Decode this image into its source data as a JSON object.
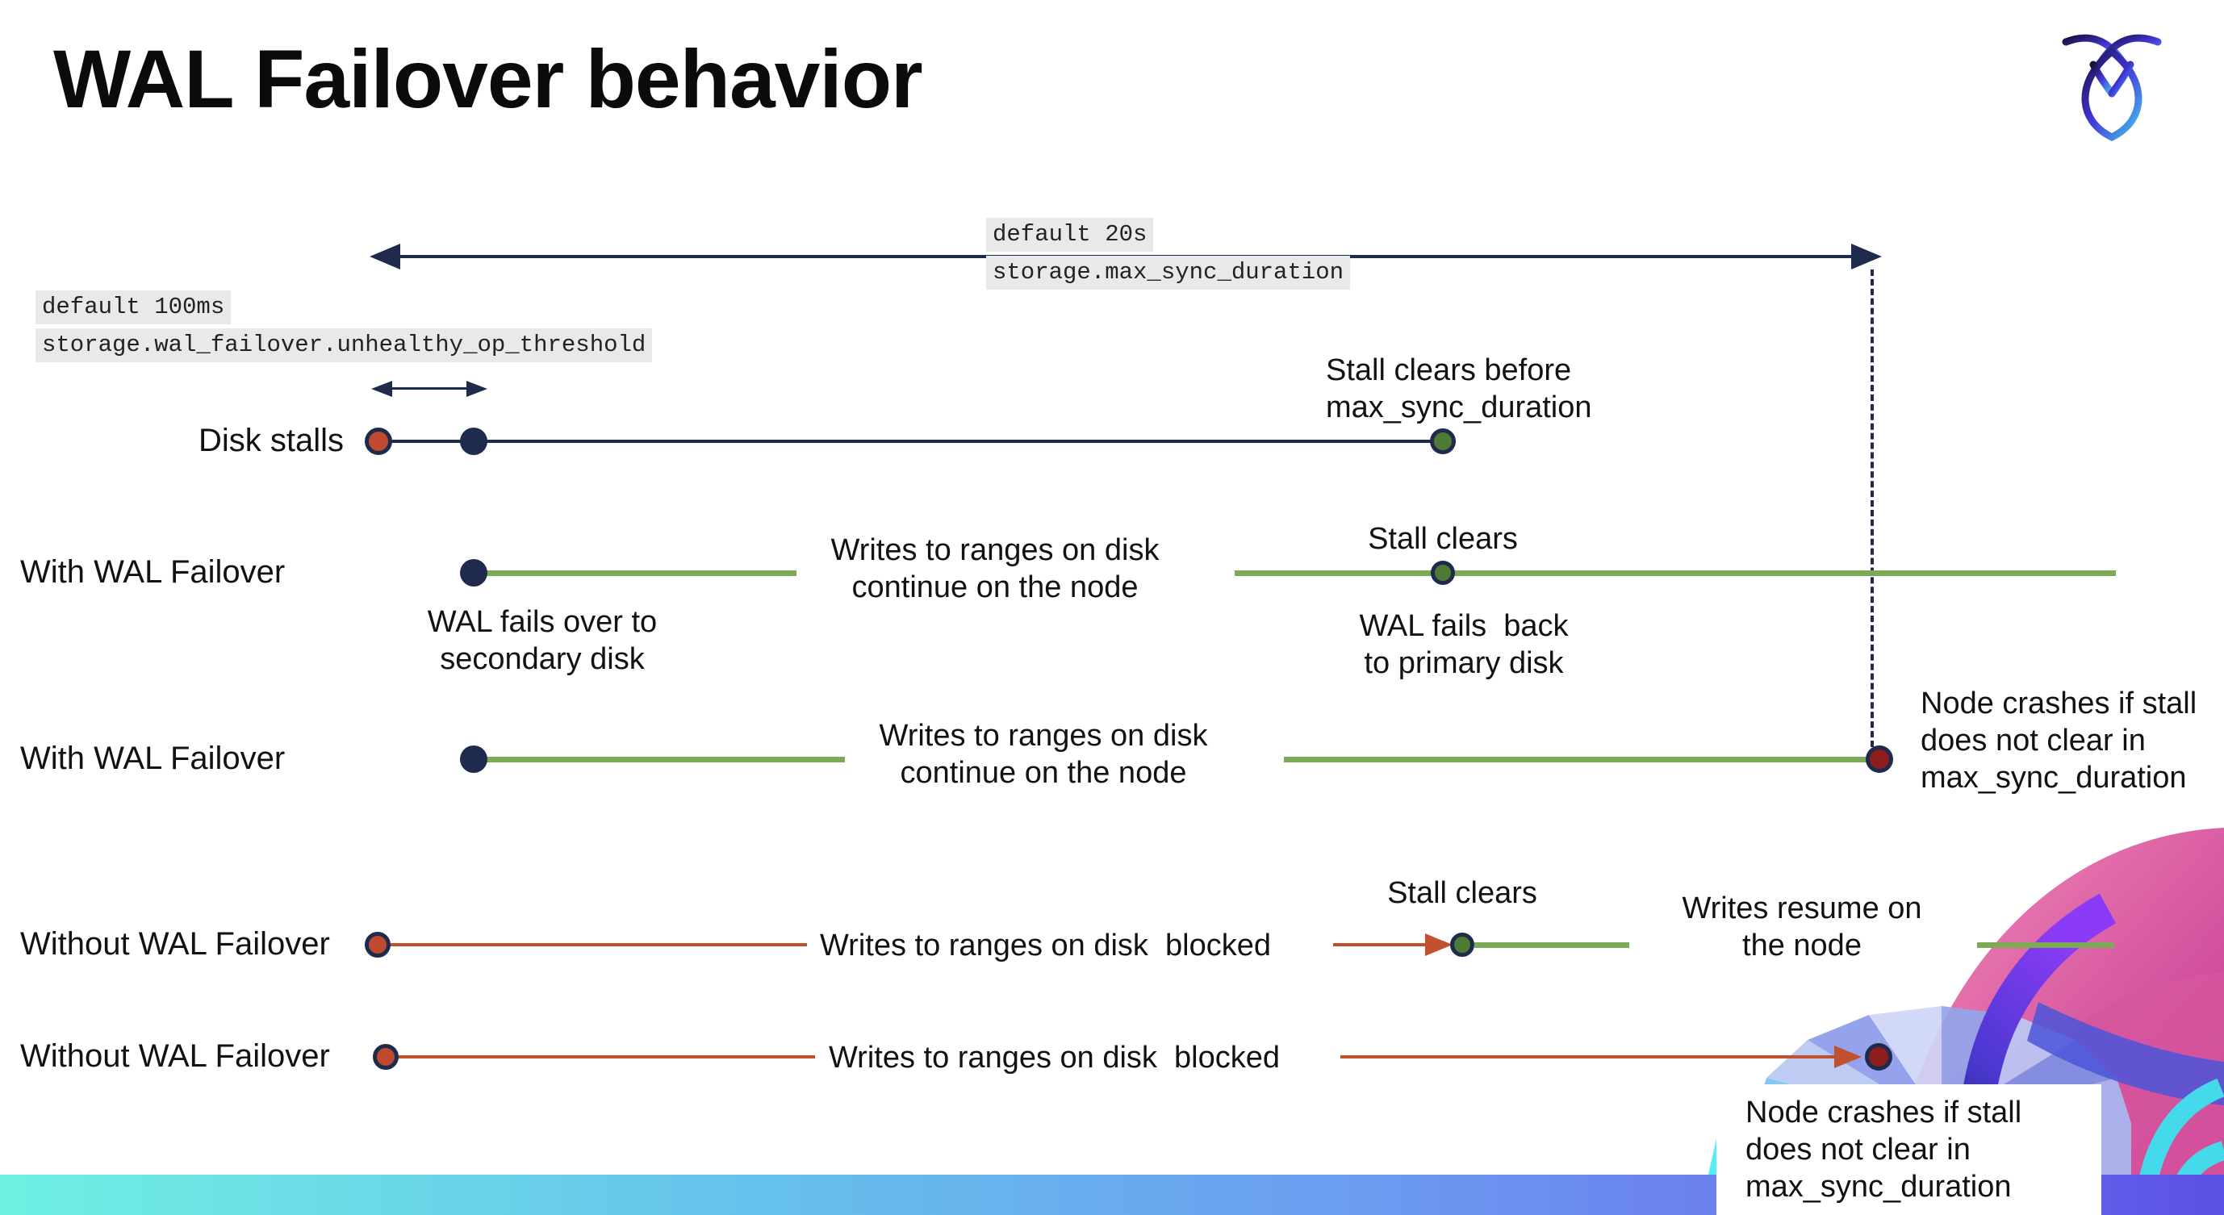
{
  "slide": {
    "title": "WAL Failover behavior"
  },
  "annotations": {
    "max_sync_duration": {
      "default_label": "default 20s",
      "setting": "storage.max_sync_duration"
    },
    "unhealthy_op_threshold": {
      "default_label": "default 100ms",
      "setting": "storage.wal_failover.unhealthy_op_threshold"
    }
  },
  "timeline": {
    "rows": [
      {
        "label": "Disk stalls"
      },
      {
        "label": "With WAL Failover"
      },
      {
        "label": "With WAL Failover"
      },
      {
        "label": "Without WAL Failover"
      },
      {
        "label": "Without WAL Failover"
      }
    ]
  },
  "notes": {
    "stall_clears_before": "Stall clears before\nmax_sync_duration",
    "writes_continue": "Writes to ranges on disk\ncontinue on the node",
    "wal_fails_over": "WAL fails over to\nsecondary disk",
    "stall_clears": "Stall clears",
    "wal_fails_back": "WAL fails  back\nto primary disk",
    "node_crashes": "Node crashes if stall\ndoes not clear in\nmax_sync_duration",
    "writes_blocked": "Writes to ranges on disk  blocked",
    "writes_resume": "Writes resume on\nthe node"
  },
  "colors": {
    "navy": "#1f2b4d",
    "green_line": "#7dab55",
    "green_dot": "#4e7b33",
    "red_line": "#c1502f",
    "red_dot": "#bf4a2f",
    "crash_dot": "#8e1d1d",
    "code_bg": "#e9e9e9",
    "bar_a": "#6ff0e2",
    "bar_b": "#66c0ec",
    "bar_c": "#6b9bf0",
    "bar_d": "#6b78ee",
    "bar_e": "#5b50e5",
    "logo_a": "#17123f",
    "logo_b": "#4334d8",
    "logo_c": "#45b8ea"
  }
}
